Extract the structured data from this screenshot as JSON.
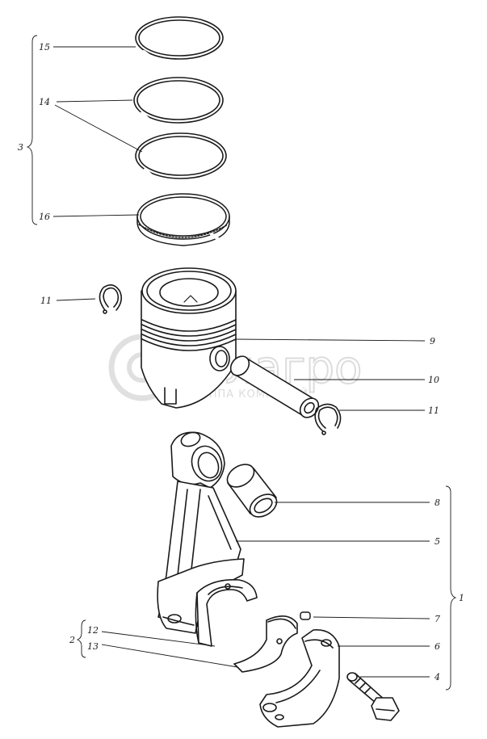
{
  "watermark": {
    "brand": "белагро",
    "subtitle": "ГРУППА КОМПАНИЙ"
  },
  "callouts": {
    "c15": "15",
    "c14": "14",
    "c3": "3",
    "c16": "16",
    "c11_left": "11",
    "c9": "9",
    "c10": "10",
    "c11_right": "11",
    "c8": "8",
    "c5": "5",
    "c1": "1",
    "c7": "7",
    "c12": "12",
    "c2": "2",
    "c13": "13",
    "c6": "6",
    "c4": "4"
  }
}
